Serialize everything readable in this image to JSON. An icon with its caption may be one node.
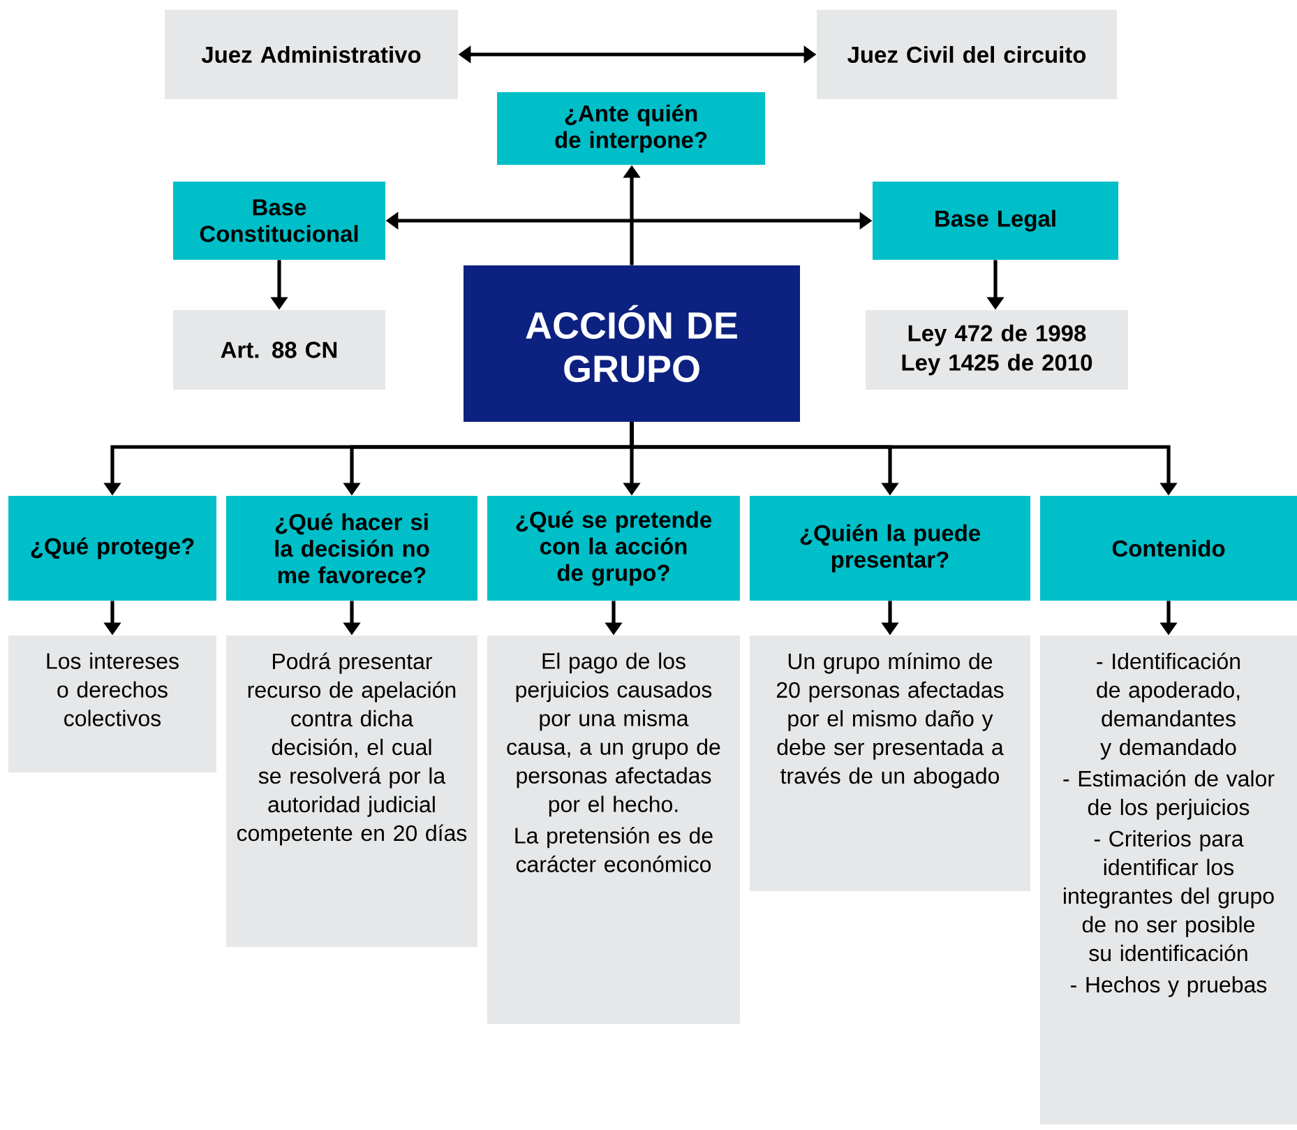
{
  "diagram": {
    "nodes": [
      {
        "text": [
          "Juez Administrativo"
        ]
      },
      {
        "text": [
          "Juez Civil del circuito"
        ]
      },
      {
        "text": [
          "¿Ante quién de interpone?"
        ]
      },
      {
        "text": [
          "Base Constitucional"
        ]
      },
      {
        "text": [
          "Base Legal"
        ]
      },
      {
        "text": [
          "ACCIÓN DE GRUPO"
        ]
      },
      {
        "text": [
          "Art. 88 CN"
        ]
      },
      {
        "text": [
          "Ley 472 de 1998",
          "Ley 1425 de 2010"
        ]
      },
      {
        "text": [
          "¿Qué protege?"
        ]
      },
      {
        "text": [
          "¿Qué hacer si la decisión no me favorece?"
        ]
      },
      {
        "text": [
          "¿Qué se pretende con la acción de grupo?"
        ]
      },
      {
        "text": [
          "¿Quién la puede presentar?"
        ]
      },
      {
        "text": [
          "Contenido"
        ]
      },
      {
        "text": [
          "Los intereses o derechos colectivos"
        ]
      },
      {
        "text": [
          "Podrá presentar recurso de apelación contra dicha decisión, el cual se resolverá por la autoridad judicial competente en 20 días"
        ]
      },
      {
        "text": [
          "El pago de los perjuicios causados por una misma causa, a un grupo de personas afectadas por el hecho.",
          "La pretensión es de carácter económico"
        ]
      },
      {
        "text": [
          "Un grupo mínimo de 20 personas afectadas por el mismo daño y debe ser presentada a través de un abogado"
        ]
      },
      {
        "text": [
          "- Identificación de apoderado, demandantes y demandado",
          "- Estimación de valor de los perjuicios",
          "- Criterios para identificar los integrantes del grupo de no ser posible su identificación",
          "- Hechos y pruebas"
        ]
      }
    ],
    "edges": [
      {
        "from": 0,
        "to": 1,
        "arrow": "both"
      },
      {
        "from": 5,
        "to": 2,
        "arrow": "to"
      },
      {
        "from": 3,
        "to": 4,
        "arrow": "both"
      },
      {
        "from": 3,
        "to": 6,
        "arrow": "to"
      },
      {
        "from": 4,
        "to": 7,
        "arrow": "to"
      },
      {
        "from": 5,
        "to": 8,
        "arrow": "to"
      },
      {
        "from": 5,
        "to": 9,
        "arrow": "to"
      },
      {
        "from": 5,
        "to": 10,
        "arrow": "to"
      },
      {
        "from": 5,
        "to": 11,
        "arrow": "to"
      },
      {
        "from": 5,
        "to": 12,
        "arrow": "to"
      },
      {
        "from": 8,
        "to": 13,
        "arrow": "to"
      },
      {
        "from": 9,
        "to": 14,
        "arrow": "to"
      },
      {
        "from": 10,
        "to": 15,
        "arrow": "to"
      },
      {
        "from": 11,
        "to": 16,
        "arrow": "to"
      },
      {
        "from": 12,
        "to": 17,
        "arrow": "to"
      }
    ]
  }
}
